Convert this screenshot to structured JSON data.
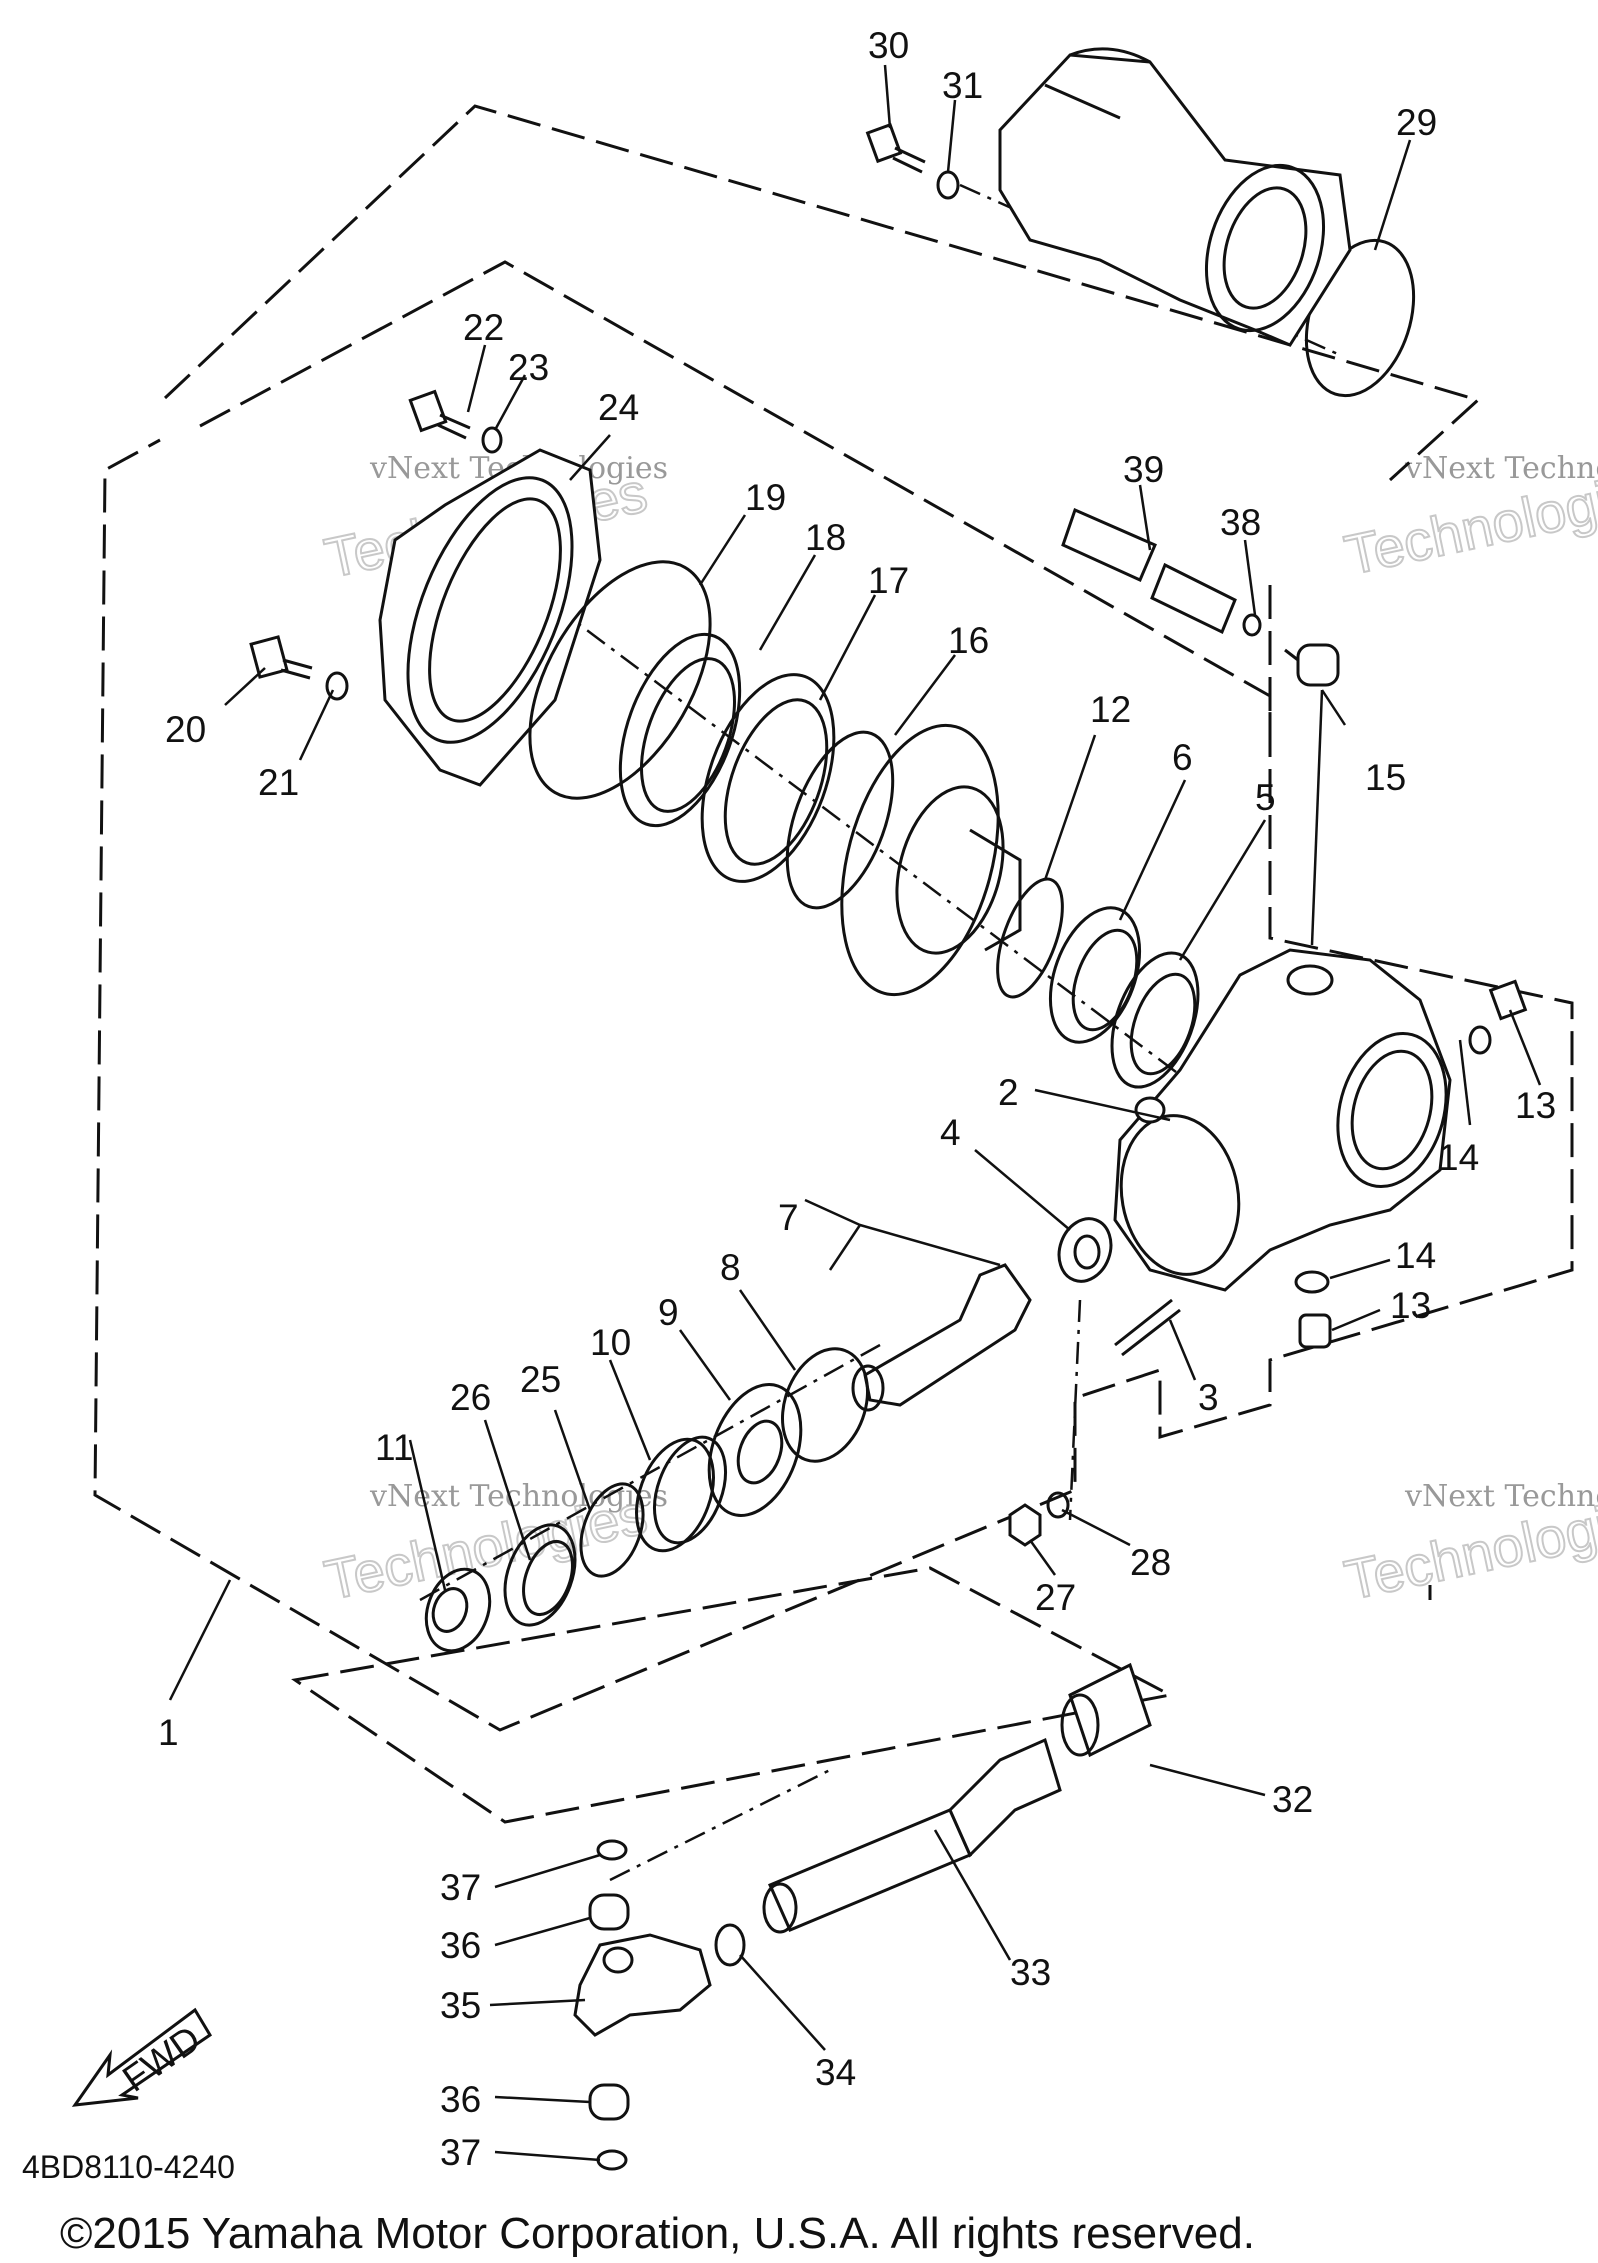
{
  "diagram_code": "4BD8110-4240",
  "copyright": "©2015 Yamaha Motor Corporation, U.S.A. All rights reserved.",
  "watermark_text": "vNext Technologies",
  "watermark_short": "Technologies",
  "fwd_label": "FWD",
  "callouts": [
    {
      "id": "c30",
      "text": "30"
    },
    {
      "id": "c31",
      "text": "31"
    },
    {
      "id": "c29",
      "text": "29"
    },
    {
      "id": "c22",
      "text": "22"
    },
    {
      "id": "c23",
      "text": "23"
    },
    {
      "id": "c24",
      "text": "24"
    },
    {
      "id": "c39",
      "text": "39"
    },
    {
      "id": "c38",
      "text": "38"
    },
    {
      "id": "c19",
      "text": "19"
    },
    {
      "id": "c18",
      "text": "18"
    },
    {
      "id": "c17",
      "text": "17"
    },
    {
      "id": "c16",
      "text": "16"
    },
    {
      "id": "c12",
      "text": "12"
    },
    {
      "id": "c6",
      "text": "6"
    },
    {
      "id": "c5",
      "text": "5"
    },
    {
      "id": "c15",
      "text": "15"
    },
    {
      "id": "c20",
      "text": "20"
    },
    {
      "id": "c21",
      "text": "21"
    },
    {
      "id": "c13a",
      "text": "13"
    },
    {
      "id": "c14a",
      "text": "14"
    },
    {
      "id": "c2",
      "text": "2"
    },
    {
      "id": "c4",
      "text": "4"
    },
    {
      "id": "c7",
      "text": "7"
    },
    {
      "id": "c8",
      "text": "8"
    },
    {
      "id": "c9",
      "text": "9"
    },
    {
      "id": "c10",
      "text": "10"
    },
    {
      "id": "c14b",
      "text": "14"
    },
    {
      "id": "c13b",
      "text": "13"
    },
    {
      "id": "c3",
      "text": "3"
    },
    {
      "id": "c26",
      "text": "26"
    },
    {
      "id": "c25",
      "text": "25"
    },
    {
      "id": "c11",
      "text": "11"
    },
    {
      "id": "c27",
      "text": "27"
    },
    {
      "id": "c28",
      "text": "28"
    },
    {
      "id": "c1",
      "text": "1"
    },
    {
      "id": "c32",
      "text": "32"
    },
    {
      "id": "c37a",
      "text": "37"
    },
    {
      "id": "c36a",
      "text": "36"
    },
    {
      "id": "c33",
      "text": "33"
    },
    {
      "id": "c35",
      "text": "35"
    },
    {
      "id": "c34",
      "text": "34"
    },
    {
      "id": "c36b",
      "text": "36"
    },
    {
      "id": "c37b",
      "text": "37"
    }
  ]
}
